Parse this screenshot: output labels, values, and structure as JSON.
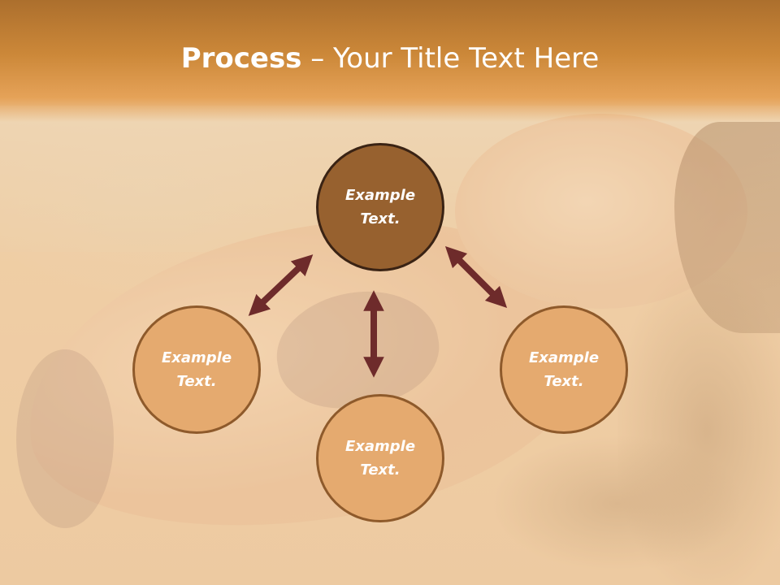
{
  "slide": {
    "title_bold": "Process",
    "title_rest": " – Your Title Text Here"
  },
  "nodes": [
    {
      "id": "top",
      "line1": "Example",
      "line2": "Text."
    },
    {
      "id": "left",
      "line1": "Example",
      "line2": "Text."
    },
    {
      "id": "right",
      "line1": "Example",
      "line2": "Text."
    },
    {
      "id": "bottom",
      "line1": "Example",
      "line2": "Text."
    }
  ],
  "colors": {
    "title_band": "#cc8839",
    "node_dark_fill": "#97612f",
    "node_light_fill": "#e5aa6f",
    "arrow": "#6e2b2b"
  }
}
